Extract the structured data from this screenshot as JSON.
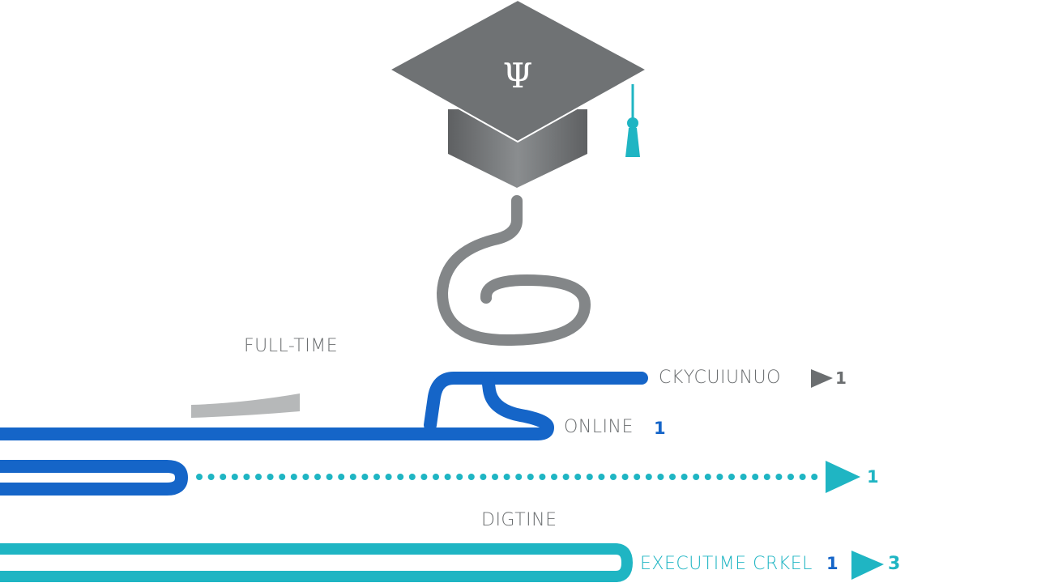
{
  "cap": {
    "symbol": "Ψ",
    "colors": {
      "board": "#6f7274",
      "base": "#5f6163",
      "tassel": "#1fb5c3"
    }
  },
  "paths": [
    {
      "label": "FULL-TIME",
      "color": "#7f8284"
    },
    {
      "label": "CKYCUIUNUO",
      "number": "1",
      "color": "#1565c8",
      "label_color": "#6b6e70",
      "number_color": "#6b6e70"
    },
    {
      "label": "ONLINE",
      "number": "1",
      "color": "#1565c8",
      "label_color": "#6b6e70",
      "number_color": "#1565c8"
    },
    {
      "number": "1",
      "color": "#1fb5c3",
      "number_color": "#1fb5c3"
    },
    {
      "label": "DIGTINE",
      "color": "#7f8284"
    },
    {
      "label": "EXECUTIME CRKEL",
      "number": "1",
      "number2": "3",
      "color": "#1fb5c3",
      "label_color": "#1fb5c3",
      "number_color": "#1565c8"
    }
  ]
}
